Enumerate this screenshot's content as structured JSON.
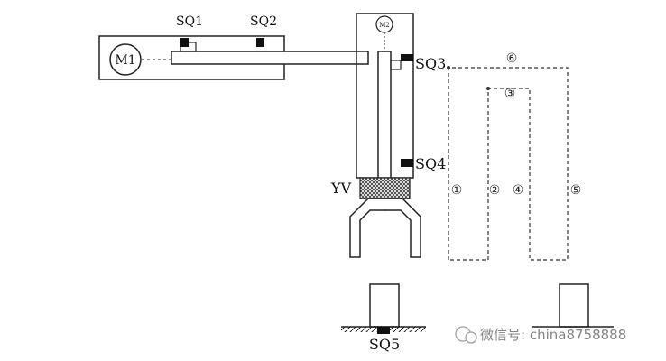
{
  "labels": {
    "motor_m1": "M1",
    "motor_m2": "M2",
    "sq1": "SQ1",
    "sq2": "SQ2",
    "sq3": "SQ3",
    "sq4": "SQ4",
    "sq5": "SQ5",
    "yv": "YV"
  },
  "path_steps": [
    "①",
    "②",
    "③",
    "④",
    "⑤",
    "⑥"
  ],
  "watermark": "微信号: china8758888"
}
